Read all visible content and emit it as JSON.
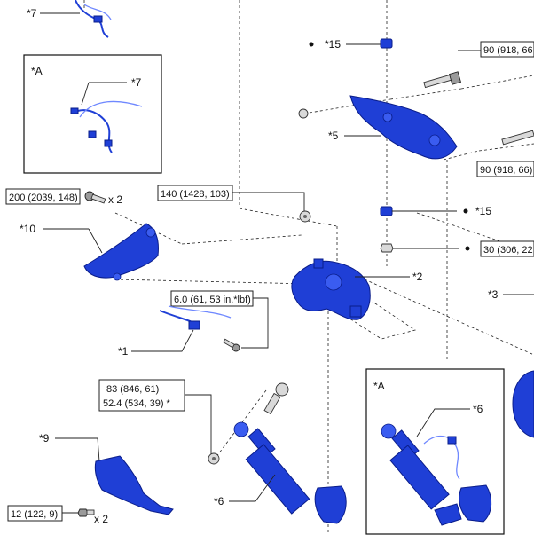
{
  "labels": {
    "c7_top": "*7",
    "a_inset_left": "*A",
    "c7_inset": "*7",
    "c15_top": "*15",
    "c5": "*5",
    "c15_mid": "*15",
    "c10": "*10",
    "c2": "*2",
    "c3": "*3",
    "c1": "*1",
    "c9": "*9",
    "c6_main": "*6",
    "a_inset_right": "*A",
    "c6_inset": "*6",
    "x2_a": "x 2",
    "x2_b": "x 2"
  },
  "torque": {
    "t90_top": "90 (918, 66",
    "t90_mid": "90 (918, 66)",
    "t200": "200 (2039, 148)",
    "t140": "140 (1428, 103)",
    "t30": "30 (306, 22",
    "t6": "6.0 (61, 53 in.*lbf)",
    "t83_line1": "83 (846, 61)",
    "t83_line2": "52.4 (534, 39) *",
    "t12": "12 (122, 9)"
  },
  "colors": {
    "part_blue": "#1f3fd6",
    "hardware_grey": "#d9d9d9"
  }
}
